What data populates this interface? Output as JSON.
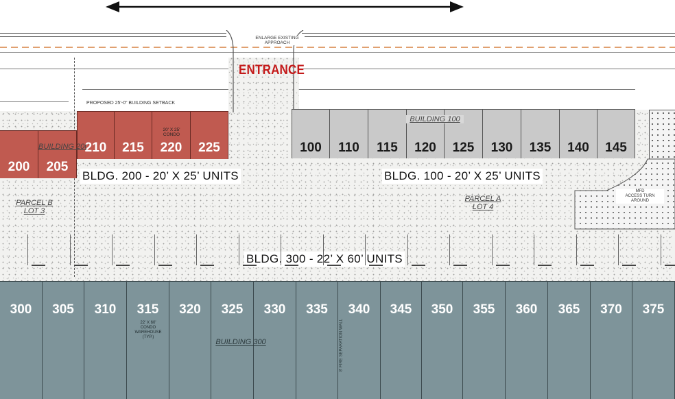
{
  "entrance": {
    "label": "ENTRANCE",
    "approach_note_line1": "ENLARGE EXISTING",
    "approach_note_line2": "APPROACH",
    "color": "#c41a1a"
  },
  "colors": {
    "building_100": "#c9c9c9",
    "building_200": "#c05a50",
    "building_300": "#7e949a"
  },
  "building_100": {
    "caption": "BLDG. 100 - 20’ X 25’ UNITS",
    "plan_label": "BUILDING 100",
    "units": [
      "100",
      "110",
      "115",
      "120",
      "125",
      "130",
      "135",
      "140",
      "145"
    ]
  },
  "building_200": {
    "caption": "BLDG. 200 - 20’ X 25’ UNITS",
    "plan_label": "BUILDING 200",
    "units_lower": [
      "200",
      "205"
    ],
    "units_upper": [
      "210",
      "215",
      "220",
      "225"
    ],
    "unit_note_line1": "20' X 25'",
    "unit_note_line2": "CONDO"
  },
  "building_300": {
    "caption": "BLDG. 300 - 22’ X 60’ UNITS",
    "plan_label": "BUILDING 300",
    "units": [
      "300",
      "305",
      "310",
      "315",
      "320",
      "325",
      "330",
      "335",
      "340",
      "345",
      "350",
      "355",
      "360",
      "365",
      "370",
      "375"
    ],
    "unit_note_line1": "22' X 60'",
    "unit_note_line2": "CONDO",
    "unit_note_line3": "WAREHOUSE",
    "unit_note_line4": "(TYP.)",
    "side_note": "8' FIRE SEPARATION WALL"
  },
  "parcels": {
    "parcel_b_line1": "PARCEL B",
    "parcel_b_line2": "LOT 3",
    "parcel_a_line1": "PARCEL A",
    "parcel_a_line2": "LOT 4"
  },
  "setback_note": "PROPOSED 25'-0\" BUILDING SETBACK",
  "fire_turn_line1": "MFD",
  "fire_turn_line2": "ACCESS TURN",
  "fire_turn_line3": "AROUND"
}
